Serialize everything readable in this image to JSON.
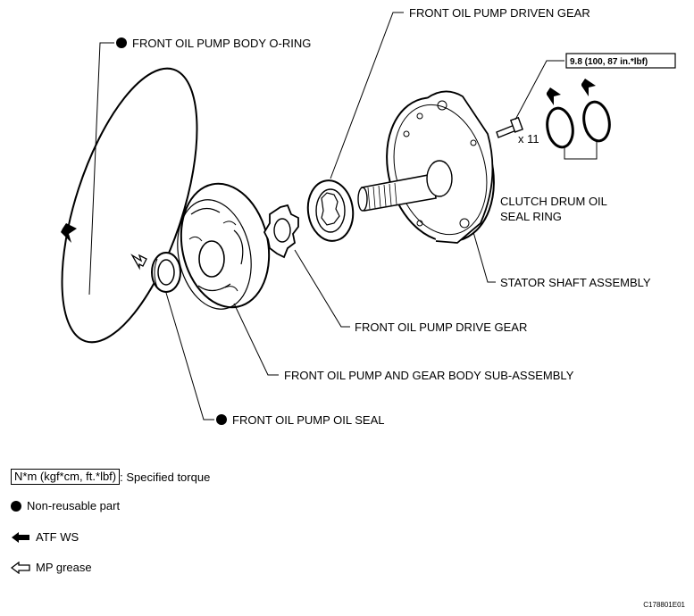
{
  "labels": {
    "driven_gear": "FRONT OIL PUMP DRIVEN GEAR",
    "o_ring": "FRONT OIL PUMP BODY O-RING",
    "torque_value": "9.8 (100, 87 in.*lbf)",
    "bolt_count": "x 11",
    "seal_ring_line1": "CLUTCH DRUM OIL",
    "seal_ring_line2": "SEAL RING",
    "stator": "STATOR SHAFT ASSEMBLY",
    "drive_gear": "FRONT OIL PUMP DRIVE GEAR",
    "pump_body": "FRONT OIL PUMP AND GEAR BODY SUB-ASSEMBLY",
    "oil_seal": "FRONT OIL PUMP OIL SEAL"
  },
  "legend": {
    "torque_unit": "N*m (kgf*cm, ft.*lbf)",
    "torque_desc": ": Specified torque",
    "non_reusable": "Non-reusable part",
    "atf": "ATF WS",
    "grease": "MP grease"
  },
  "figure_code": "C178801E01"
}
